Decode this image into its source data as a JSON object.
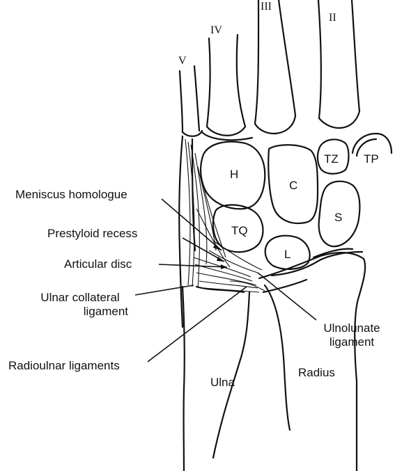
{
  "metacarpals": {
    "v": "V",
    "iv": "IV",
    "iii": "III",
    "ii": "II"
  },
  "carpals": {
    "h": "H",
    "c": "C",
    "tz": "TZ",
    "tp": "TP",
    "s": "S",
    "tq": "TQ",
    "l": "L"
  },
  "labels": {
    "meniscus_homologue": "Meniscus homologue",
    "prestyloid_recess": "Prestyloid recess",
    "articular_disc": "Articular disc",
    "ulnar_collateral_1": "Ulnar collateral",
    "ulnar_collateral_2": "ligament",
    "ulnolunate_1": "Ulnolunate",
    "ulnolunate_2": "ligament",
    "radioulnar_ligaments": "Radioulnar ligaments",
    "ulna": "Ulna",
    "radius": "Radius"
  },
  "colors": {
    "ink": "#111111",
    "paper": "#ffffff"
  }
}
